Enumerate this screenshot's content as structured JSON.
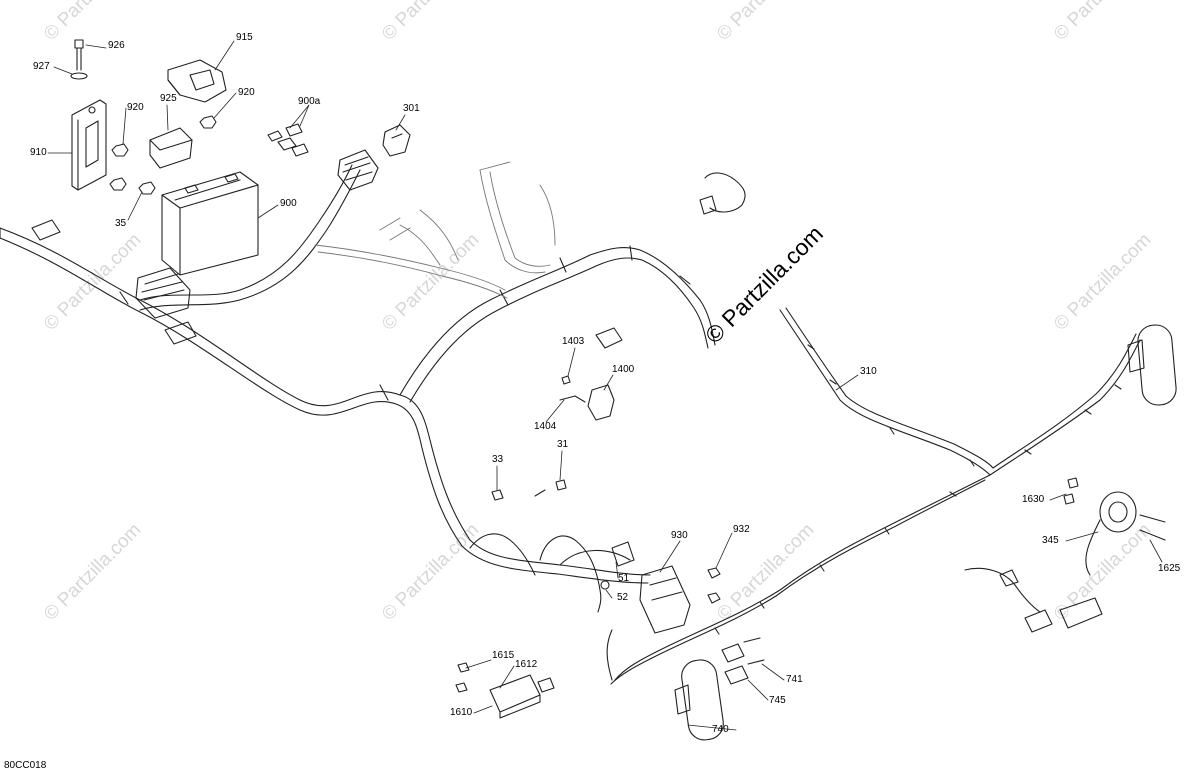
{
  "diagram": {
    "code": "80CC018",
    "brand_text": "© Partzilla.com",
    "watermark_text": "© Partzilla.com",
    "line_color": "#222222",
    "watermark_color": "#d7d7d7",
    "part_labels": [
      {
        "id": "926",
        "text": "926"
      },
      {
        "id": "927",
        "text": "927"
      },
      {
        "id": "915",
        "text": "915"
      },
      {
        "id": "920-top",
        "text": "920"
      },
      {
        "id": "925",
        "text": "925"
      },
      {
        "id": "920-left",
        "text": "920"
      },
      {
        "id": "900a",
        "text": "900a"
      },
      {
        "id": "301",
        "text": "301"
      },
      {
        "id": "910",
        "text": "910"
      },
      {
        "id": "35",
        "text": "35"
      },
      {
        "id": "900",
        "text": "900"
      },
      {
        "id": "1403",
        "text": "1403"
      },
      {
        "id": "1400",
        "text": "1400"
      },
      {
        "id": "1404",
        "text": "1404"
      },
      {
        "id": "310",
        "text": "310"
      },
      {
        "id": "31",
        "text": "31"
      },
      {
        "id": "33",
        "text": "33"
      },
      {
        "id": "930",
        "text": "930"
      },
      {
        "id": "932",
        "text": "932"
      },
      {
        "id": "51",
        "text": "51"
      },
      {
        "id": "52",
        "text": "52"
      },
      {
        "id": "1630",
        "text": "1630"
      },
      {
        "id": "345",
        "text": "345"
      },
      {
        "id": "1625",
        "text": "1625"
      },
      {
        "id": "1615",
        "text": "1615"
      },
      {
        "id": "1612",
        "text": "1612"
      },
      {
        "id": "1610",
        "text": "1610"
      },
      {
        "id": "741",
        "text": "741"
      },
      {
        "id": "745",
        "text": "745"
      },
      {
        "id": "740",
        "text": "740"
      }
    ]
  }
}
